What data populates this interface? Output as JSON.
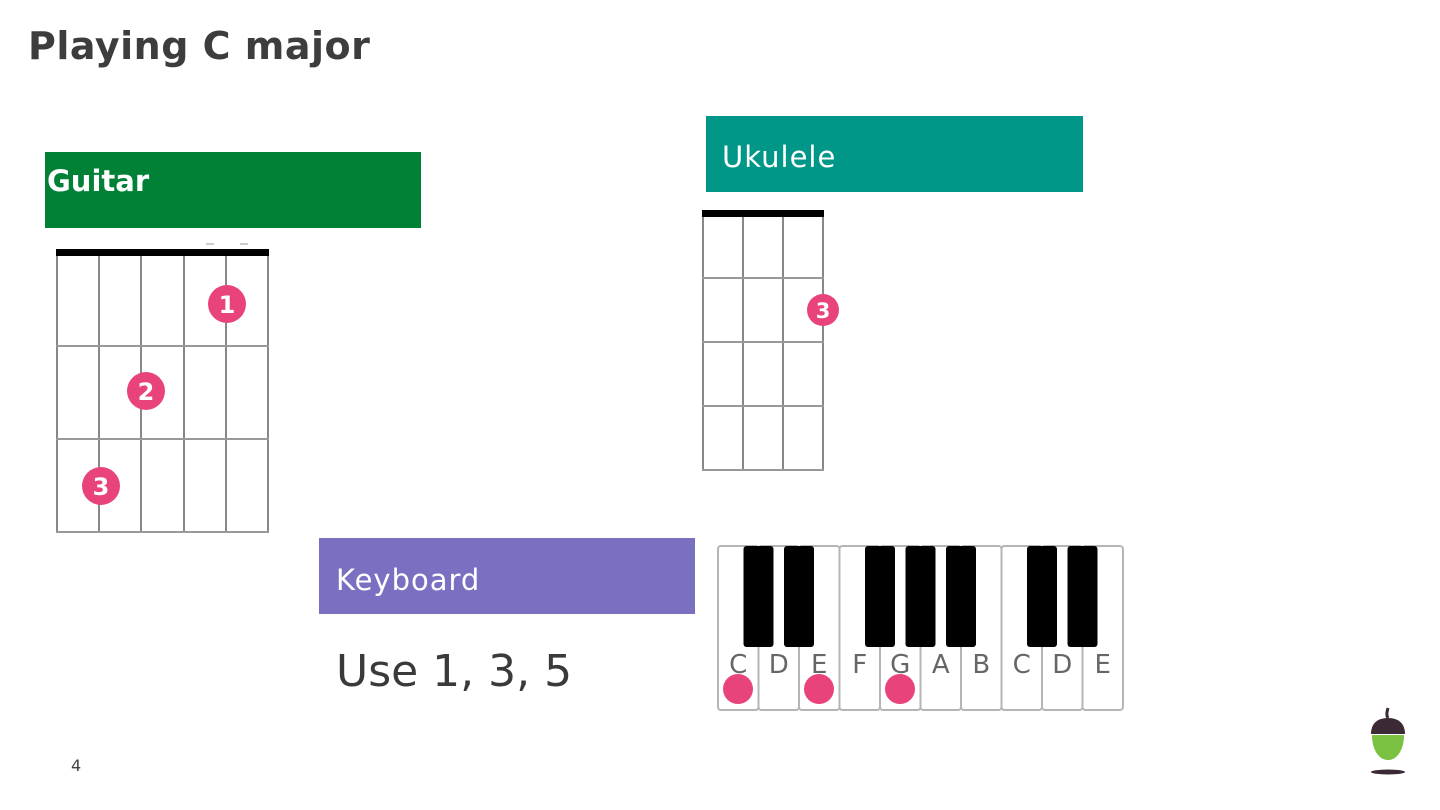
{
  "slide": {
    "title": "Playing C major",
    "page_number": "4"
  },
  "guitar": {
    "label": "Guitar",
    "finger_markers": [
      "1",
      "2",
      "3"
    ]
  },
  "ukulele": {
    "label": "Ukulele",
    "finger_markers": [
      "3"
    ]
  },
  "keyboard": {
    "label": "Keyboard",
    "hint": "Use 1, 3, 5",
    "key_letters": [
      "C",
      "D",
      "E",
      "F",
      "G",
      "A",
      "B",
      "C",
      "D",
      "E"
    ],
    "highlighted_keys": [
      "C",
      "E",
      "G"
    ]
  },
  "colors": {
    "guitar_box": "#008136",
    "ukulele_box": "#009688",
    "keyboard_box": "#7a70c2",
    "marker": "#e8437a"
  },
  "icons": {
    "logo": "acorn-logo-icon"
  }
}
